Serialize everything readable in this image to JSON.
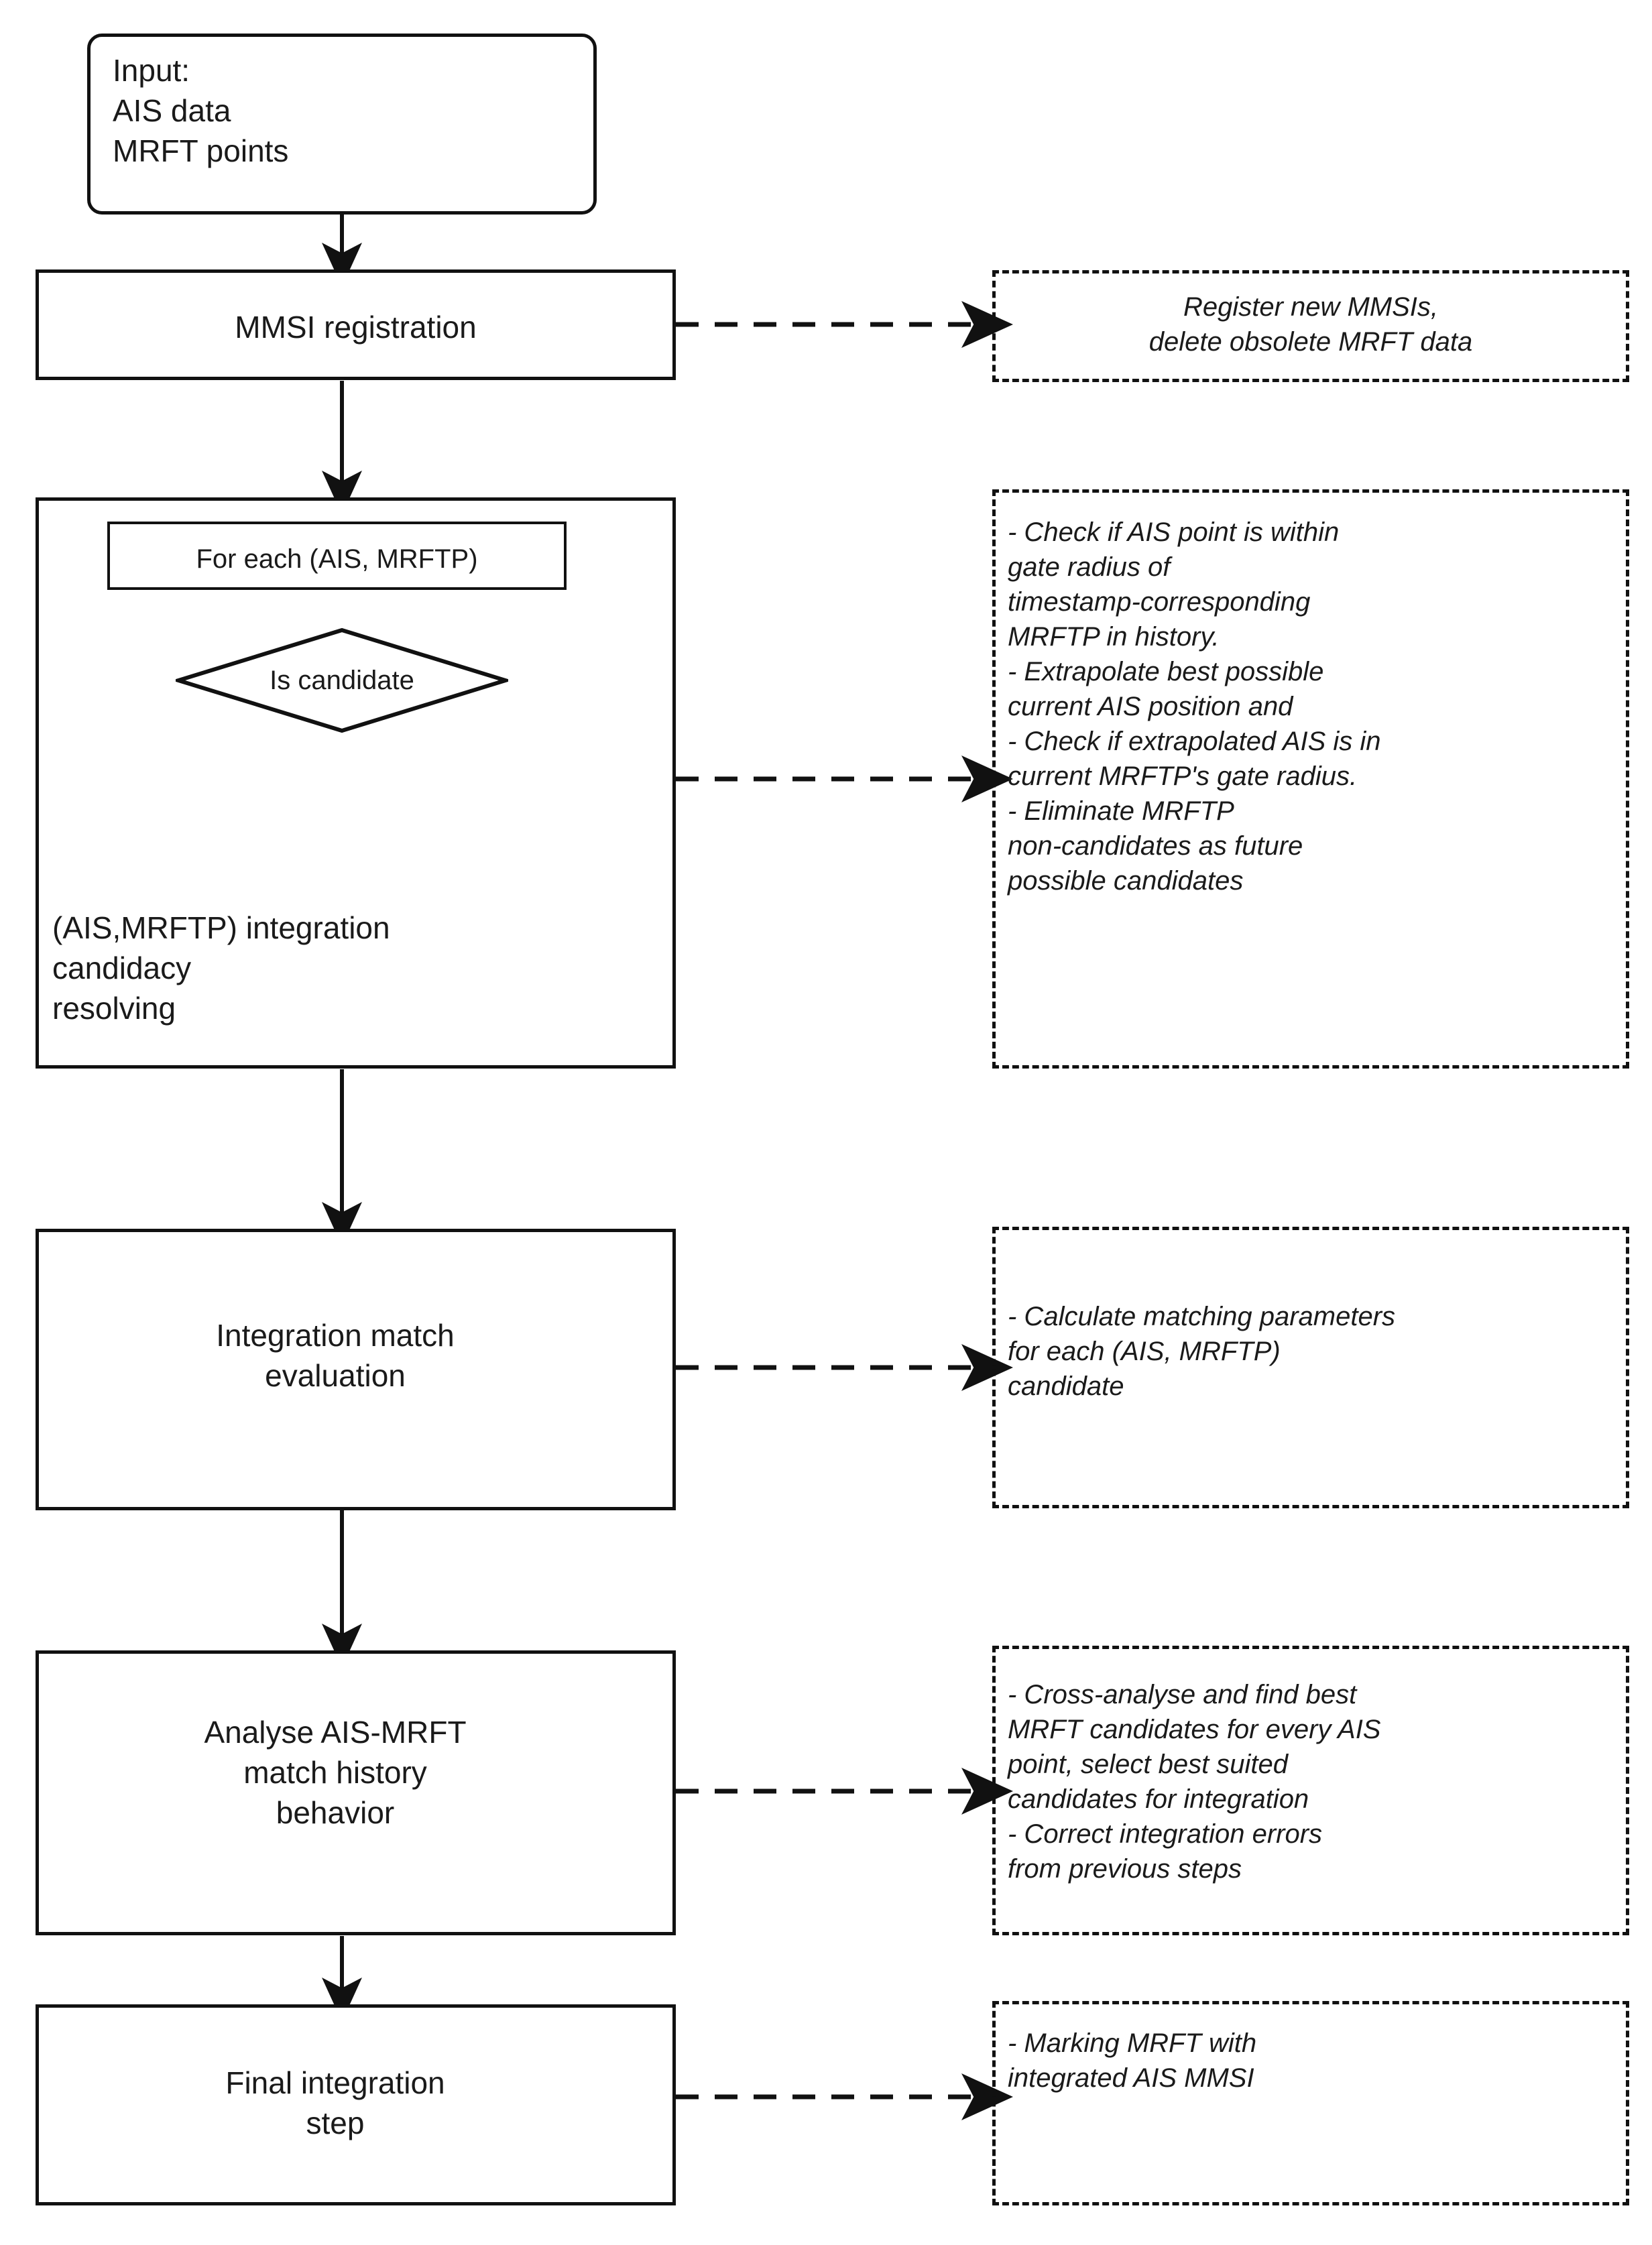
{
  "diagram": {
    "title": "AIS-MRFT integration flowchart",
    "accent_color": "#111111",
    "background_color": "#ffffff"
  },
  "nodes": {
    "input": {
      "label": "Input:\nAIS data\nMRFT points",
      "shape": "rounded-rectangle"
    },
    "mmsi_registration": {
      "label": "MMSI registration",
      "shape": "rectangle"
    },
    "for_each": {
      "label": "For each (AIS, MRFTP)",
      "shape": "rectangle"
    },
    "is_candidate": {
      "label": "Is candidate",
      "shape": "diamond"
    },
    "candidacy_resolving": {
      "label": "(AIS,MRFTP) integration\ncandidacy\nresolving",
      "shape": "rectangle"
    },
    "match_evaluation": {
      "label": "Integration match\nevaluation",
      "shape": "rectangle"
    },
    "analyse_history": {
      "label": "Analyse AIS-MRFT\nmatch history\nbehavior",
      "shape": "rectangle"
    },
    "final_step": {
      "label": "Final integration\nstep",
      "shape": "rectangle"
    }
  },
  "annotations": {
    "mmsi_note": {
      "text": "Register new MMSIs,\ndelete obsolete MRFT data",
      "style": "dashed-box-italic-centered"
    },
    "candidacy_note": {
      "text": "- Check if AIS point is within\n  gate radius of\n  timestamp-corresponding\n  MRFTP in history.\n- Extrapolate best possible\n  current AIS position and\n- Check if extrapolated AIS is in\n  current MRFTP's gate radius.\n- Eliminate MRFTP\n  non-candidates as future\n  possible candidates",
      "style": "dashed-box-italic-left"
    },
    "evaluation_note": {
      "text": "- Calculate matching  parameters\n  for each (AIS, MRFTP)\n  candidate",
      "style": "dashed-box-italic-left"
    },
    "history_note": {
      "text": "- Cross-analyse and find best\n  MRFT candidates for every AIS\n  point, select best suited\n  candidates for integration\n- Correct integration errors\n  from previous steps",
      "style": "dashed-box-italic-left"
    },
    "final_note": {
      "text": "- Marking MRFT with\n  integrated AIS MMSI",
      "style": "dashed-box-italic-left"
    }
  },
  "edges": {
    "solid_flow": [
      "input -> mmsi_registration",
      "mmsi_registration -> candidacy_resolving",
      "for_each -> is_candidate",
      "candidacy_resolving -> match_evaluation",
      "match_evaluation -> analyse_history",
      "analyse_history -> final_step"
    ],
    "dashed_annotation_links": [
      "mmsi_registration -> mmsi_note",
      "candidacy_resolving -> candidacy_note",
      "match_evaluation -> evaluation_note",
      "analyse_history -> history_note",
      "final_step -> final_note"
    ]
  }
}
